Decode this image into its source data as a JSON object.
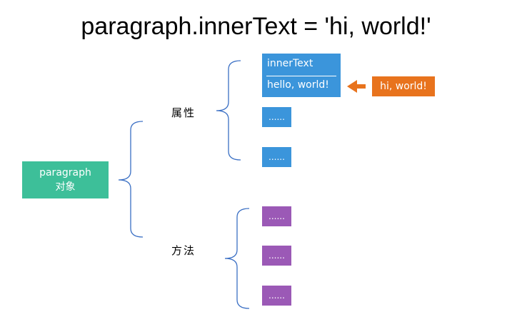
{
  "title": "paragraph.innerText = 'hi, world!'",
  "root": {
    "line1": "paragraph",
    "line2": "对象"
  },
  "groups": {
    "properties": {
      "label": "属性",
      "inner_text": {
        "name": "innerText",
        "value": "hello, world!"
      },
      "others": [
        "......",
        "......"
      ]
    },
    "methods": {
      "label": "方法",
      "items": [
        "......",
        "......",
        "......"
      ]
    }
  },
  "new_value": "hi, world!",
  "colors": {
    "root": "#3dbf99",
    "property": "#3b95db",
    "method": "#9b59b6",
    "new_value": "#e8731d",
    "bracket": "#3a6fc4"
  }
}
